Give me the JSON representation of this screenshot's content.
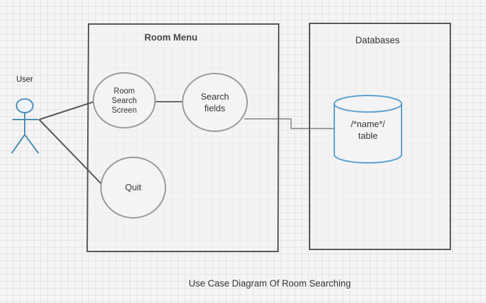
{
  "diagram": {
    "caption": "Use Case Diagram Of Room Searching",
    "actor": {
      "label": "User",
      "icon": "stick-figure-icon"
    },
    "room_menu": {
      "title": "Room Menu",
      "use_cases": {
        "room_search_screen": [
          "Room",
          "Search",
          "Screen"
        ],
        "search_fields": [
          "Search",
          "fields"
        ],
        "quit": [
          "Quit"
        ]
      }
    },
    "databases": {
      "title": "Databases",
      "table": {
        "lines": [
          "/*name*/",
          "table"
        ],
        "icon": "database-cylinder-icon"
      }
    }
  },
  "colors": {
    "actor": "#4a8db7",
    "database": "#5aa0d0",
    "use_case_stroke": "#999999",
    "boundary_stroke": "#555555",
    "connector": "#555555",
    "background": "#f5f5f5",
    "grid": "#e4e4e4"
  }
}
